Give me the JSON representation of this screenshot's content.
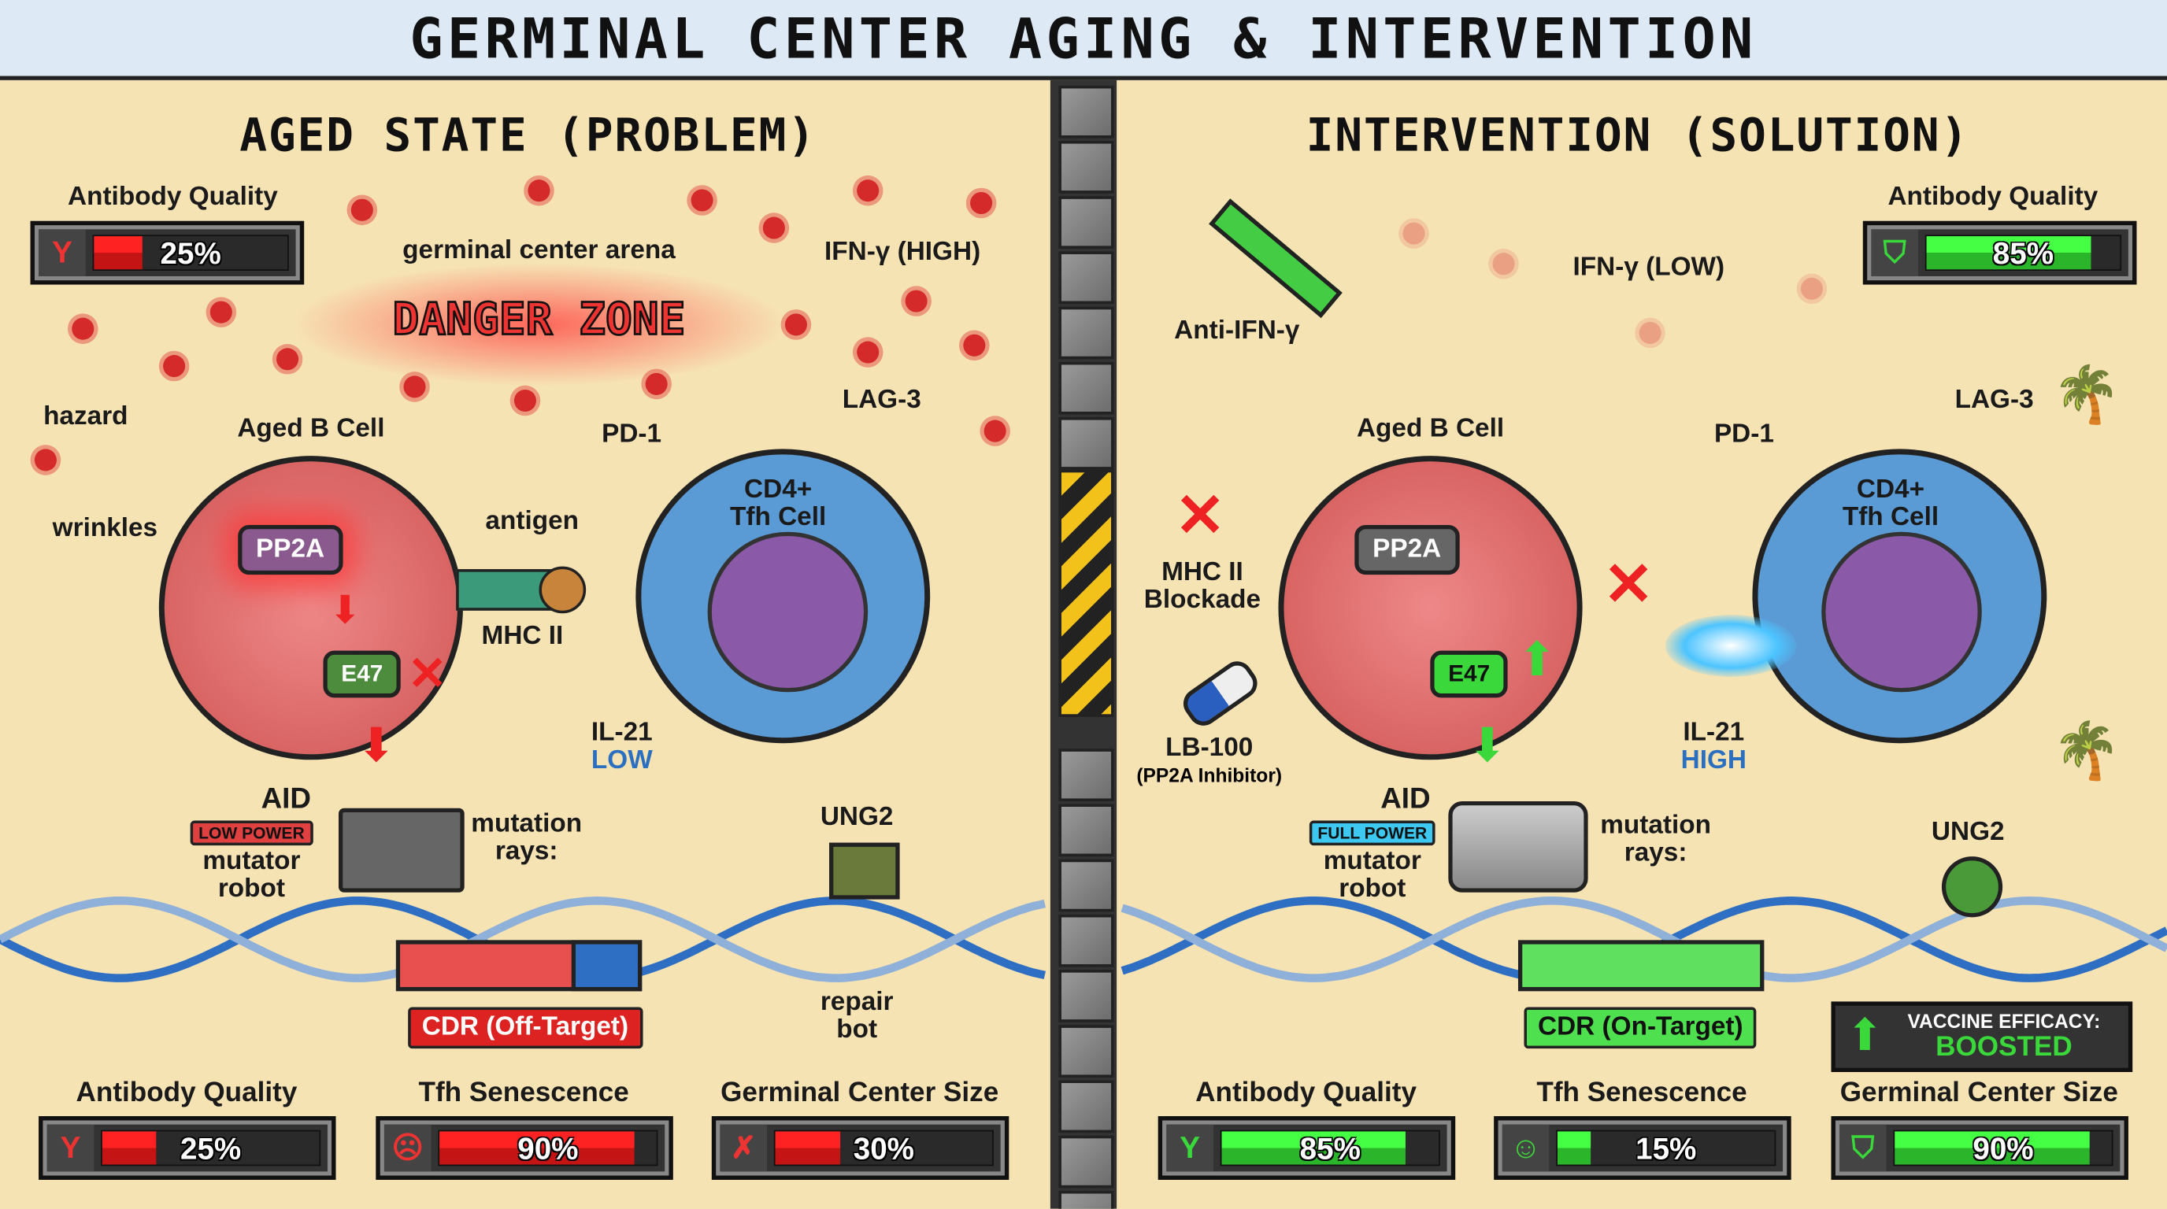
{
  "title": "GERMINAL CENTER AGING & INTERVENTION",
  "colors": {
    "problem_red": "#e02020",
    "solution_green": "#3ad83a",
    "b_cell": "#e06a6a",
    "tfh_cell": "#5b9bd5",
    "nucleus": "#8a5aa8",
    "background": "#f6e3b4"
  },
  "left": {
    "heading": "AGED STATE (PROBLEM)",
    "top_meter": {
      "label": "Antibody Quality",
      "value": 25,
      "display": "25%",
      "icon": "antibody-icon"
    },
    "arena_label": "germinal center arena",
    "danger_zone": "DANGER ZONE",
    "ifn": "IFN-γ (HIGH)",
    "hazard": "hazard",
    "b_cell": "Aged B Cell",
    "wrinkles": "wrinkles",
    "pp2a": "PP2A",
    "e47": "E47",
    "antigen": "antigen",
    "mhc": "MHC II",
    "pd1": "PD-1",
    "lag3": "LAG-3",
    "tfh_line1": "CD4+",
    "tfh_line2": "Tfh Cell",
    "il21": "IL-21",
    "il21_level": "LOW",
    "aid": "AID",
    "power": "LOW POWER",
    "robot_line1": "mutator",
    "robot_line2": "robot",
    "rays_line1": "mutation",
    "rays_line2": "rays:",
    "ung2": "UNG2",
    "repair_line1": "repair",
    "repair_line2": "bot",
    "cdr": "CDR (Off-Target)",
    "meters": [
      {
        "label": "Antibody Quality",
        "value": 25,
        "display": "25%",
        "icon": "antibody-icon"
      },
      {
        "label": "Tfh Senescence",
        "value": 90,
        "display": "90%",
        "icon": "aged-face-icon"
      },
      {
        "label": "Germinal Center Size",
        "value": 30,
        "display": "30%",
        "icon": "broken-shield-icon"
      }
    ]
  },
  "right": {
    "heading": "INTERVENTION (SOLUTION)",
    "top_meter": {
      "label": "Antibody Quality",
      "value": 85,
      "display": "85%",
      "icon": "shield-icon"
    },
    "anti_ifn": "Anti-IFN-γ",
    "ifn": "IFN-γ (LOW)",
    "b_cell": "Aged B Cell",
    "pp2a": "PP2A",
    "e47": "E47",
    "mhc_line1": "MHC II",
    "mhc_line2": "Blockade",
    "lb100": "LB-100",
    "lb100_sub": "(PP2A Inhibitor)",
    "pd1": "PD-1",
    "lag3": "LAG-3",
    "tfh_line1": "CD4+",
    "tfh_line2": "Tfh Cell",
    "il21": "IL-21",
    "il21_level": "HIGH",
    "aid": "AID",
    "power": "FULL POWER",
    "robot_line1": "mutator",
    "robot_line2": "robot",
    "rays_line1": "mutation",
    "rays_line2": "rays:",
    "ung2": "UNG2",
    "cdr": "CDR (On-Target)",
    "vaccine_label": "VACCINE EFFICACY:",
    "vaccine_value": "BOOSTED",
    "meters": [
      {
        "label": "Antibody Quality",
        "value": 85,
        "display": "85%",
        "icon": "antibody-icon"
      },
      {
        "label": "Tfh Senescence",
        "value": 15,
        "display": "15%",
        "icon": "young-face-icon"
      },
      {
        "label": "Germinal Center Size",
        "value": 90,
        "display": "90%",
        "icon": "shield-icon"
      }
    ]
  }
}
